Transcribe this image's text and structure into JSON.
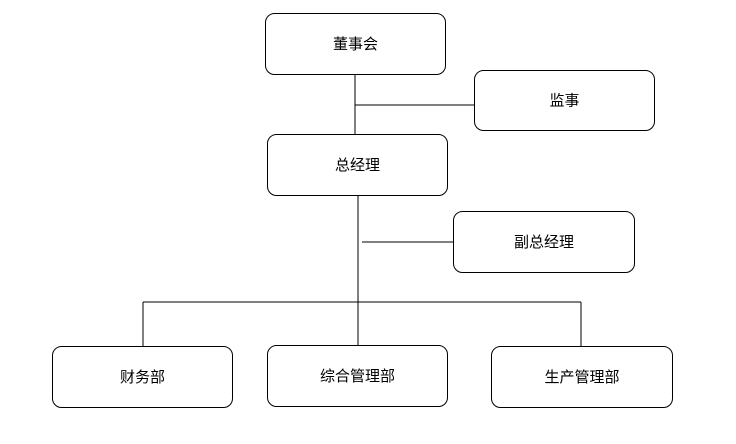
{
  "org_chart": {
    "nodes": [
      {
        "id": "board",
        "label": "董事会"
      },
      {
        "id": "supervisor",
        "label": "监事"
      },
      {
        "id": "general-manager",
        "label": "总经理"
      },
      {
        "id": "deputy-general-manager",
        "label": "副总经理"
      },
      {
        "id": "finance-dept",
        "label": "财务部"
      },
      {
        "id": "general-affairs-dept",
        "label": "综合管理部"
      },
      {
        "id": "production-dept",
        "label": "生产管理部"
      }
    ],
    "edges": [
      {
        "from": "board",
        "to": "general-manager"
      },
      {
        "from": "board",
        "to": "supervisor"
      },
      {
        "from": "general-manager",
        "to": "deputy-general-manager"
      },
      {
        "from": "general-manager",
        "to": "finance-dept"
      },
      {
        "from": "general-manager",
        "to": "general-affairs-dept"
      },
      {
        "from": "general-manager",
        "to": "production-dept"
      }
    ]
  }
}
